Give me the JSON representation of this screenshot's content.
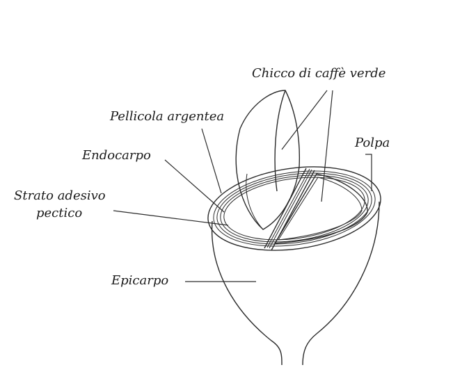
{
  "labels": {
    "chicco": "Chicco di caffè verde",
    "pellicola": "Pellicola argentea",
    "polpa": "Polpa",
    "endocarpo": "Endocarpo",
    "strato_line1": "Strato adesivo",
    "strato_line2": "pectico",
    "epicarpo": "Epicarpo"
  }
}
